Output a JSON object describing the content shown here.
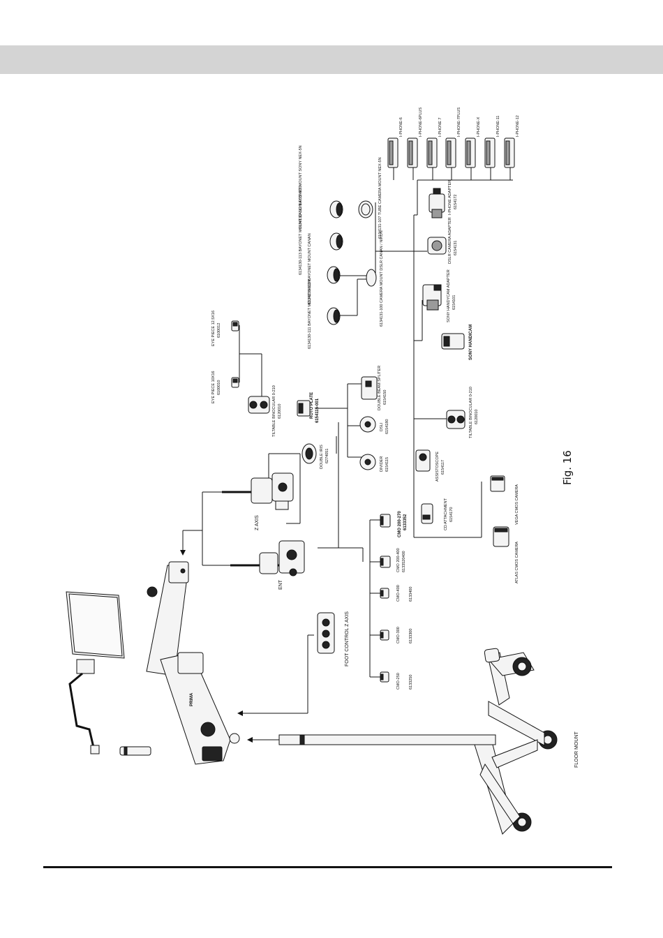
{
  "figure": {
    "caption": "Fig. 16"
  },
  "labels": {
    "floor_mount": "FLOOR MOUNT",
    "foot_control": "FOOT CONTROL Z AXIS",
    "z_axis": "Z AXIS",
    "ent": "ENT",
    "prima": "PRIMA",
    "double_iris": "DOUBLE IRIS",
    "double_iris_code": "6274051",
    "tiltable_binocular_top": "TILTABLE BINOCULAR 0-210",
    "tiltable_binocular_top_code": "6120010",
    "rotoplate": "ROTO PLATE",
    "rotoplate_code": "6154115-001",
    "eyepiece_10": "EYE PIECE 10X16",
    "eyepiece_10_code": "6100010",
    "eyepiece_12": "EYE PIECE 12.5X16",
    "eyepiece_12_code": "6100012",
    "divider": "DIVIDER",
    "divider_code": "6154115",
    "dsli": "DSLI",
    "dsli_code": "6154180",
    "double_beam_splitter": "DOUBLE BEAM SPLITER",
    "double_beam_splitter_code": "6154150",
    "assistoscope": "ASSISTOSCOPE",
    "assistoscope_code": "6154117",
    "tiltable_binocular_side": "TILTABLE BINOCULAR 0-210",
    "tiltable_binocular_side_code": "6120010",
    "cd_attachment": "CD ATTACHMENT",
    "cd_attachment_code": "6154170",
    "atlas_camera": "ATLAS CMOS CAMERA",
    "vega_camera": "VEGA CMOS CAMERA",
    "sony_handicam": "SONY HANDICAM",
    "sony_adapter": "SONY HANDYCAM ADAPTER",
    "sony_adapter_code": "6154101",
    "dslr_adapter": "DSLR CAMERA ADAPTER",
    "dslr_adapter_code": "6154131",
    "iphone_adapter": "I-PHONE ADAPTER",
    "iphone_adapter_code": "6154172",
    "camera_mount_dslr": "6134131-100 CAMERA MOUNT DSLR CANAN / NIKON",
    "tube_camera_mount": "6134131-107 TUBE CAMERA MOUNT NEX-5N",
    "bayonet_111": "6134130-111 BAYONET MOUNT NIKON",
    "bayonet_110": "6134130-110 BAYONET MOUNT CANAN",
    "bayonet_113": "6134130-113 BAYONET MOUNT CANON EOS M10",
    "bayonet_112": "6134130-112 BAYONET MOUNT SONY NEX-5N"
  },
  "phones": [
    "I-PHONE-6",
    "I-PHONE-6PLUS",
    "I-PHONE 7",
    "I-PHONE-7PLUS",
    "I-PHONE-X",
    "I-PHONE-11",
    "I-PHONE-12"
  ],
  "objectives": [
    {
      "name": "CMO-250",
      "code": "6133250"
    },
    {
      "name": "CMO-300",
      "code": "6133300"
    },
    {
      "name": "CMO-400",
      "code": "6133400"
    },
    {
      "name": "CMO 200-400",
      "code": "6133520400"
    },
    {
      "name": "CMO 200-270",
      "code": "6133352"
    }
  ]
}
